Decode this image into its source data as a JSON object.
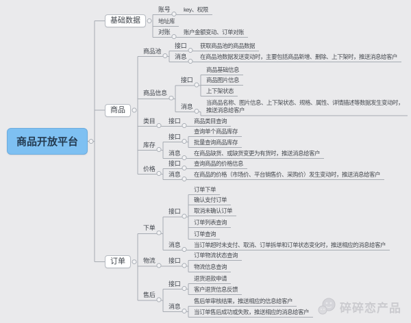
{
  "colors": {
    "background": "#eaeaec",
    "line": "#a6abb2",
    "circle_fill": "#f2f2f4",
    "circle_stroke": "#acb1b8",
    "root_fill": "#7ec0f2",
    "root_border": "#6cabde",
    "node_fill": "#ffffff",
    "node_border": "#b6bac1",
    "text": "#41464d",
    "watermark": "#c6c6cb"
  },
  "watermark": {
    "label": "碎碎恋产品",
    "icon": "wechat-icon"
  },
  "tree": {
    "label": "商品开放平台",
    "children": [
      {
        "label": "基础数据",
        "children": [
          {
            "label": "账号",
            "children": [
              {
                "label": "key、权限"
              }
            ]
          },
          {
            "label": "地址库"
          },
          {
            "label": "对账",
            "children": [
              {
                "label": "账户金额变动、订单对账"
              }
            ]
          }
        ]
      },
      {
        "label": "商品",
        "children": [
          {
            "label": "商品池",
            "children": [
              {
                "label": "接口",
                "children": [
                  {
                    "label": "获取商品池的商品数据"
                  }
                ]
              },
              {
                "label": "消息",
                "children": [
                  {
                    "label": "在商品池数据发送变动时，主要包括商品新增、删除、上下架时，推送消息给客户"
                  }
                ]
              }
            ]
          },
          {
            "label": "商品信息",
            "children": [
              {
                "label": "接口",
                "children": [
                  {
                    "label": "商品基础信息"
                  },
                  {
                    "label": "商品图片信息"
                  },
                  {
                    "label": "上下架状态"
                  }
                ]
              },
              {
                "label": "消息",
                "children": [
                  {
                    "label": "当商品名称、图片信息、上下架状态、规格、属性、详情描述等数据发生变动时，推送消息给客户"
                  }
                ]
              }
            ]
          },
          {
            "label": "类目",
            "children": [
              {
                "label": "接口",
                "children": [
                  {
                    "label": "商品类目查询"
                  }
                ]
              }
            ]
          },
          {
            "label": "库存",
            "children": [
              {
                "label": "接口",
                "children": [
                  {
                    "label": "查询单个商品库存"
                  },
                  {
                    "label": "批量查询商品库存"
                  }
                ]
              },
              {
                "label": "消息",
                "children": [
                  {
                    "label": "在商品缺货、或缺货变更为有货时，推送消息给客户"
                  }
                ]
              }
            ]
          },
          {
            "label": "价格",
            "children": [
              {
                "label": "接口",
                "children": [
                  {
                    "label": "查询商品的价格信息"
                  }
                ]
              },
              {
                "label": "消息",
                "children": [
                  {
                    "label": "在商品的价格（市场价、平台销售价、采购价）发生变动时，推送消息给客户"
                  }
                ]
              }
            ]
          }
        ]
      },
      {
        "label": "订单",
        "children": [
          {
            "label": "下单",
            "children": [
              {
                "label": "接口",
                "children": [
                  {
                    "label": "订单下单"
                  },
                  {
                    "label": "确认支付订单"
                  },
                  {
                    "label": "取消未确认订单"
                  },
                  {
                    "label": "订单列表查询"
                  },
                  {
                    "label": "订单查询"
                  }
                ]
              },
              {
                "label": "消息",
                "children": [
                  {
                    "label": "当订单超时未支付、取消、订单拆单和订单状态变化时，推送相应的消息给客户"
                  }
                ]
              }
            ]
          },
          {
            "label": "物流",
            "children": [
              {
                "label": "接口",
                "children": [
                  {
                    "label": "订单物流状态查询"
                  },
                  {
                    "label": "物流信息查询"
                  }
                ]
              }
            ]
          },
          {
            "label": "售后",
            "children": [
              {
                "label": "接口",
                "children": [
                  {
                    "label": "退货退款申请"
                  },
                  {
                    "label": "客户退货信息反馈"
                  }
                ]
              },
              {
                "label": "消息",
                "children": [
                  {
                    "label": "售后单审核结果，推送相应的信息给客户"
                  },
                  {
                    "label": "当订单售后成功或失败，推送相应的消息给客户"
                  }
                ]
              }
            ]
          }
        ]
      }
    ]
  }
}
